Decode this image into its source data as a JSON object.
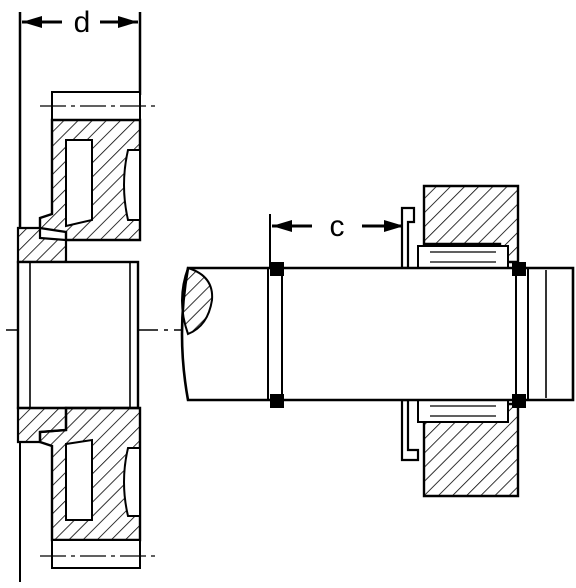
{
  "diagram": {
    "labels": {
      "d": "d",
      "c": "c"
    },
    "colors": {
      "ink": "#000000",
      "paper": "#ffffff"
    },
    "parts": [
      "gear-hub",
      "shaft",
      "shaft-seal-ring",
      "needle-bearing",
      "housing"
    ]
  }
}
